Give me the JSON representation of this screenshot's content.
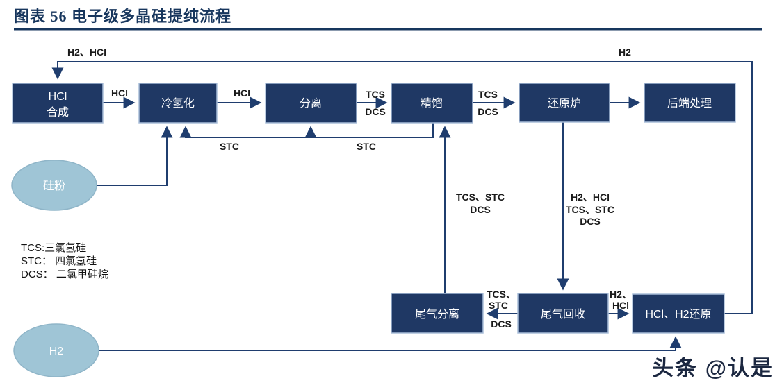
{
  "figure": {
    "title": "图表 56 电子级多晶硅提纯流程"
  },
  "colors": {
    "box_fill": "#1F3864",
    "box_border": "#A9BDD9",
    "line": "#1F3D6E",
    "ellipse_fill": "#9FC5D6",
    "ellipse_border": "#8FB5C8",
    "title_blue": "#17365D",
    "label_text": "#1A1A1A",
    "box_text": "#FFFFFF"
  },
  "nodes": {
    "hcl_synthesis_line1": "HCl",
    "hcl_synthesis_line2": "合成",
    "cold_hydrogenation": "冷氢化",
    "separation": "分离",
    "distillation": "精馏",
    "reduction_furnace": "还原炉",
    "backend_processing": "后端处理",
    "tailgas_separation": "尾气分离",
    "tailgas_recovery": "尾气回收",
    "hcl_h2_reduction": "HCl、H2还原",
    "silicon_powder": "硅粉",
    "hydrogen": "H2"
  },
  "edge_labels": {
    "recycle_left": "H2、HCl",
    "recycle_right": "H2",
    "hcl_to_coldhydro": "HCl",
    "hcl_to_separation": "HCl",
    "tcs_after_separation": "TCS",
    "dcs_after_separation": "DCS",
    "tcs_after_distillation": "TCS",
    "dcs_after_distillation": "DCS",
    "stc_left": "STC",
    "stc_right": "STC",
    "tailgas_to_distillation_1": "TCS、STC",
    "tailgas_to_distillation_2": "DCS",
    "furnace_to_recovery_1": "H2、HCl",
    "furnace_to_recovery_2": "TCS、STC",
    "furnace_to_recovery_3": "DCS",
    "recovery_to_separation_1": "TCS、",
    "recovery_to_separation_2": "STC",
    "recovery_to_separation_3": "DCS",
    "recovery_to_reduction_1": "H2、",
    "recovery_to_reduction_2": "HCl"
  },
  "legend": {
    "line1": "TCS:三氯氢硅",
    "line2": "STC： 四氯氢硅",
    "line3": "DCS： 二氯甲硅烷"
  },
  "watermark": "头条 @认是"
}
